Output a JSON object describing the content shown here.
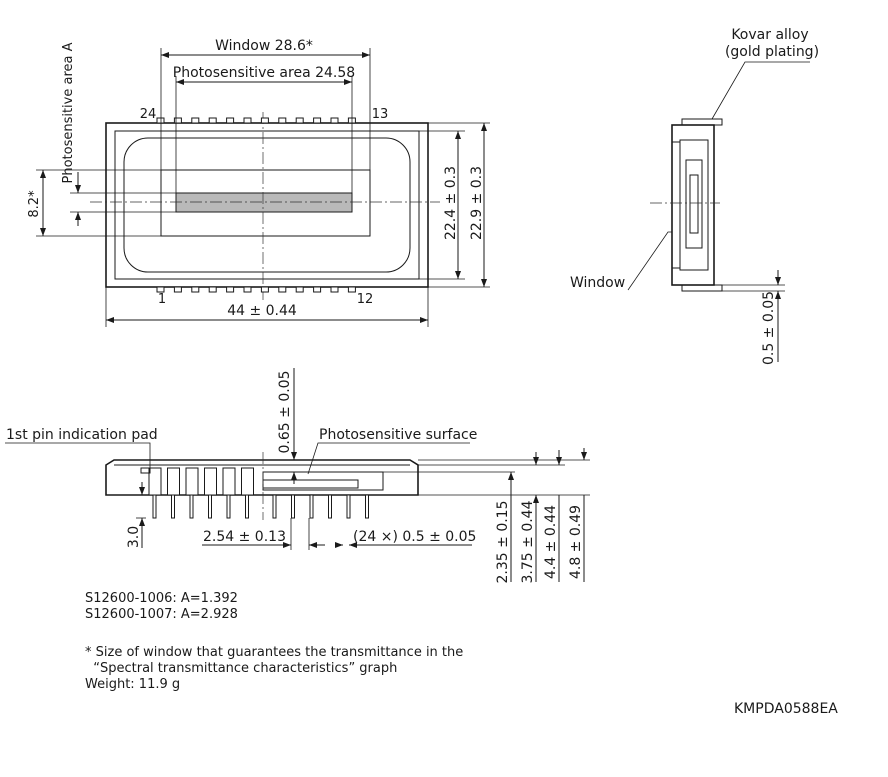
{
  "labels": {
    "window_width": "Window 28.6*",
    "photosensitive_width": "Photosensitive area 24.58",
    "photosensitive_height": "Photosensitive area A",
    "pin_24": "24",
    "pin_13": "13",
    "pin_1": "1",
    "pin_12": "12",
    "window_height": "8.2*",
    "height_inner": "22.4 ± 0.3",
    "height_outer": "22.9 ± 0.3",
    "length": "44 ± 0.44",
    "kovar_line1": "Kovar alloy",
    "kovar_line2": "(gold plating)",
    "window": "Window",
    "lead_thickness": "0.5 ± 0.05",
    "surface_offset": "0.65 ± 0.05",
    "pin_pad": "1st pin indication pad",
    "photosensitive_surface": "Photosensitive surface",
    "lead_length": "3.0",
    "pitch": "2.54 ± 0.13",
    "lead_width": "(24 ×) 0.5 ± 0.05",
    "dim_235": "2.35 ± 0.15",
    "dim_375": "3.75 ± 0.44",
    "dim_44": "4.4 ± 0.44",
    "dim_48": "4.8 ± 0.49"
  },
  "notes": {
    "model_1006": "S12600-1006: A=1.392",
    "model_1007": "S12600-1007: A=2.928",
    "footnote_line1": "* Size of window that guarantees the transmittance in the",
    "footnote_line2": "  “Spectral transmittance characteristics” graph",
    "weight": "Weight: 11.9 g"
  },
  "drawing_code": "KMPDA0588EA"
}
